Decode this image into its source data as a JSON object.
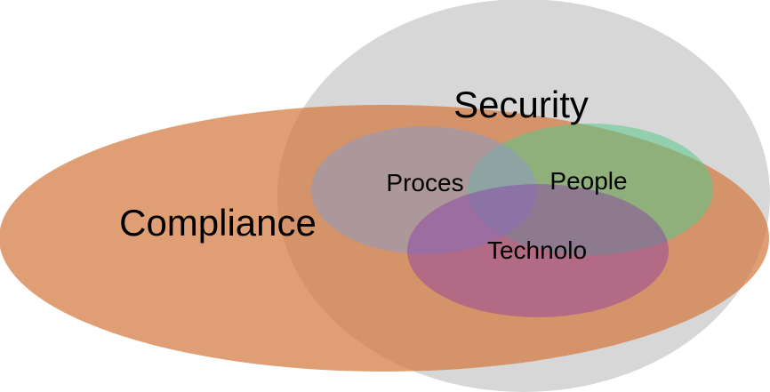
{
  "diagram": {
    "security": {
      "label": "Security",
      "color": "#c9c9c9"
    },
    "compliance": {
      "label": "Compliance",
      "color": "#d88a57"
    },
    "process": {
      "label": "Proces",
      "color": "#8f8fb3"
    },
    "people": {
      "label": "People",
      "color": "#5cc284"
    },
    "technology": {
      "label": "Technolo",
      "color": "#8c3fa1"
    }
  }
}
